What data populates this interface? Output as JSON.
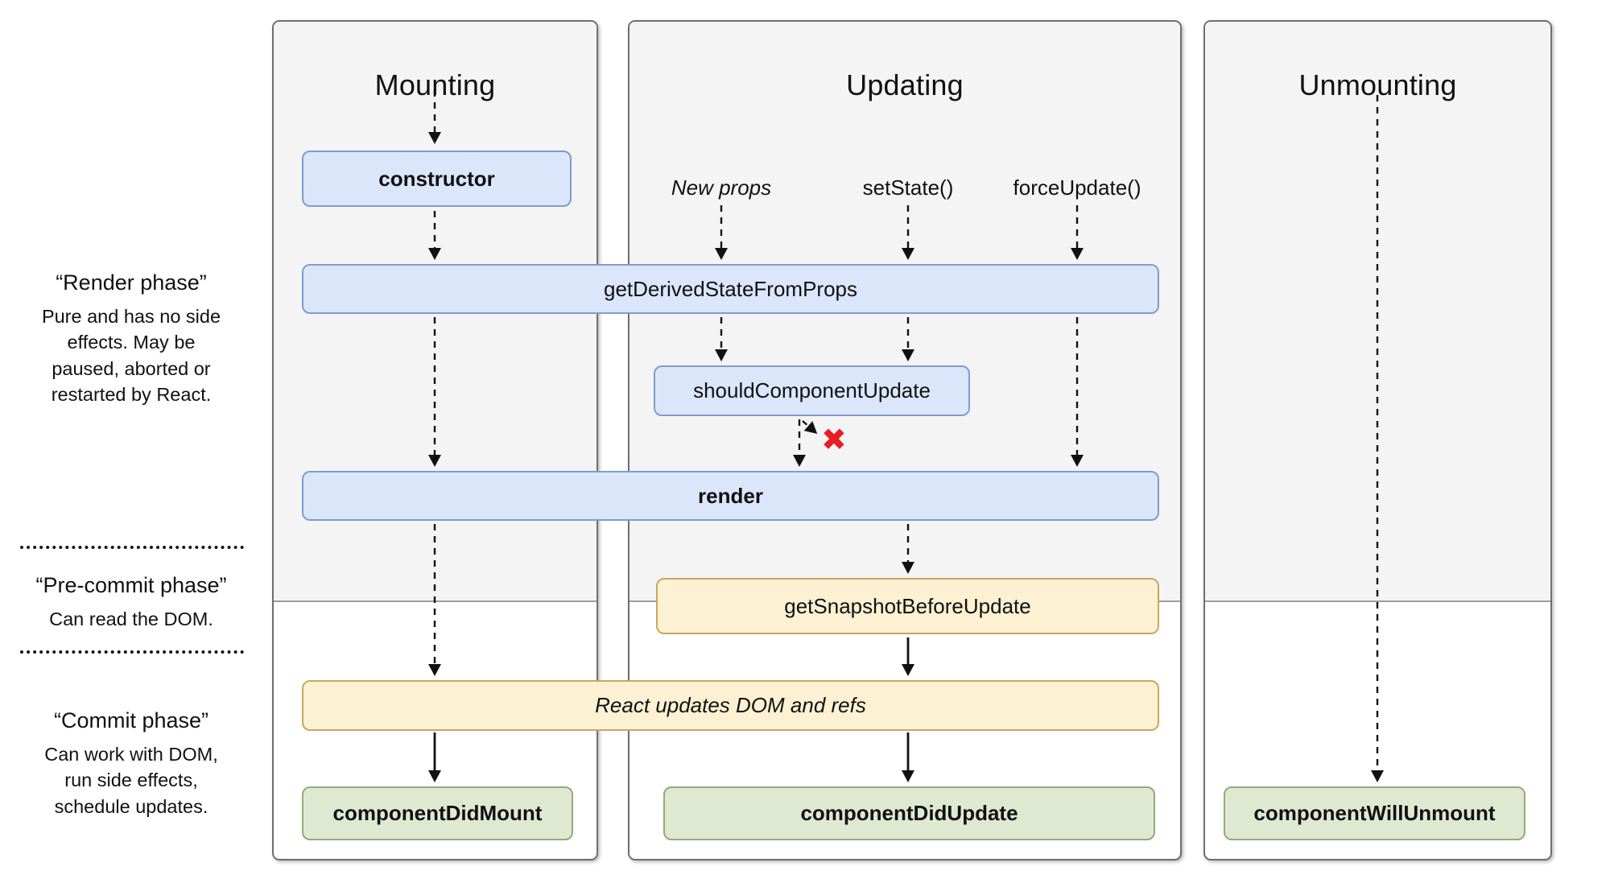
{
  "columns": {
    "mounting": {
      "title": "Mounting"
    },
    "updating": {
      "title": "Updating",
      "triggers": {
        "new_props": "New props",
        "set_state": "setState()",
        "force_update": "forceUpdate()"
      }
    },
    "unmounting": {
      "title": "Unmounting"
    }
  },
  "phases": {
    "render": {
      "title": "“Render phase”",
      "description": "Pure and has no side effects. May be paused, aborted or restarted by React."
    },
    "pre_commit": {
      "title": "“Pre-commit phase”",
      "description": "Can read the DOM."
    },
    "commit": {
      "title": "“Commit phase”",
      "description": "Can work with DOM, run side effects, schedule updates."
    }
  },
  "nodes": {
    "constructor": "constructor",
    "get_derived_state_from_props": "getDerivedStateFromProps",
    "should_component_update": "shouldComponentUpdate",
    "render": "render",
    "get_snapshot_before_update": "getSnapshotBeforeUpdate",
    "react_updates_dom": "React updates DOM and refs",
    "component_did_mount": "componentDidMount",
    "component_did_update": "componentDidUpdate",
    "component_will_unmount": "componentWillUnmount"
  },
  "icons": {
    "reject_x": "✖"
  },
  "colors": {
    "node_blue_fill": "#dbe6fb",
    "node_blue_border": "#7f9ccf",
    "node_yellow_fill": "#fcf1d2",
    "node_yellow_border": "#c9a85c",
    "node_green_fill": "#dfe9d2",
    "node_green_border": "#92ab77",
    "reject_x": "#ea1c24",
    "column_bg_top": "#f4f4f5"
  }
}
